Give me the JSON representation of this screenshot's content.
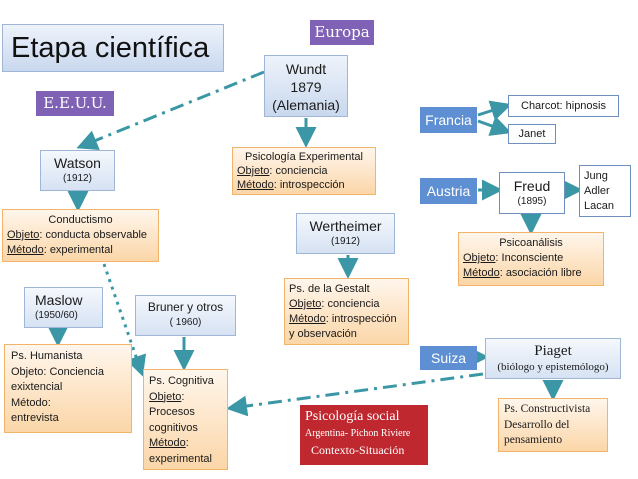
{
  "title": "Etapa científica",
  "regions": {
    "europa": "Europa",
    "eeuu": "E.E.U.U.",
    "francia": "Francia",
    "austria": "Austria",
    "suiza": "Suiza"
  },
  "wundt": {
    "name": "Wundt",
    "year": "1879",
    "place": "(Alemania)"
  },
  "psicologia_experimental": {
    "title": "Psicología Experimental",
    "objeto_label": "Objeto",
    "objeto_value": ": conciencia",
    "metodo_label": "Método",
    "metodo_value": ": introspección"
  },
  "watson": {
    "name": "Watson",
    "year": "(1912)"
  },
  "conductismo": {
    "title": "Conductismo",
    "objeto_label": "Objeto",
    "objeto_value": ": conducta observable",
    "metodo_label": "Método",
    "metodo_value": ": experimental"
  },
  "wertheimer": {
    "name": "Wertheimer",
    "year": "(1912)"
  },
  "gestalt": {
    "title": "Ps. de la Gestalt",
    "objeto_label": "Objeto",
    "objeto_value": ": conciencia",
    "metodo_label": "Método",
    "metodo_value": ": introspección",
    "extra": "y observación"
  },
  "francia_items": {
    "charcot": "Charcot: hipnosis",
    "janet": "Janet"
  },
  "freud": {
    "name": "Freud",
    "year": "(1895)"
  },
  "freud_followers": [
    "Jung",
    "Adler",
    "Lacan"
  ],
  "psicoanalisis": {
    "title": "Psicoanálisis",
    "objeto_label": "Objeto",
    "objeto_value": ": Inconsciente",
    "metodo_label": "Método",
    "metodo_value": ": asociación libre"
  },
  "maslow": {
    "name": "Maslow",
    "year": "(1950/60)"
  },
  "humanista": {
    "line1": "Ps. Humanista",
    "line2": "Objeto: Conciencia",
    "line3": "exixtencial",
    "line4": "Método:",
    "line5": "entrevista"
  },
  "bruner": {
    "name": "Bruner y otros",
    "year": "( 1960)"
  },
  "cognitiva": {
    "title": "Ps. Cognitiva",
    "objeto_label": "Objeto",
    "objeto_after": ":",
    "line3": "Procesos",
    "line4": "cognitivos",
    "metodo_label": "Método",
    "metodo_after": ":",
    "line6": "experimental"
  },
  "piaget": {
    "name": "Piaget",
    "subtitle": "(biólogo y epistemólogo)"
  },
  "constructivista": {
    "line1": "Ps. Constructivista",
    "line2": "Desarrollo del",
    "line3": "pensamiento"
  },
  "psicologia_social": {
    "title": "Psicología social",
    "line2": "Argentina- Pichon Riviere",
    "line3": "Contexto-Situación"
  },
  "colors": {
    "arrow": "#3b97a6",
    "purple": "#7f61b5",
    "blue_label": "#5d8fd2",
    "orange_fill": "#fbd6a8",
    "red": "#c0282f"
  }
}
